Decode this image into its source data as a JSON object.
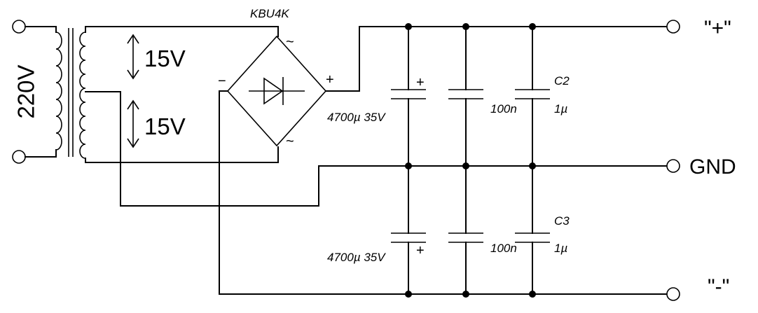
{
  "diagram": {
    "primary_voltage": "220V",
    "secondary_upper": "15V",
    "secondary_lower": "15V",
    "bridge": {
      "part": "KBU4K",
      "plus": "+",
      "minus": "−",
      "ac_top": "~",
      "ac_bottom": "~"
    },
    "caps": {
      "electrolytic_top": "4700µ 35V",
      "electrolytic_top_polarity": "+",
      "electrolytic_bottom": "4700µ 35V",
      "electrolytic_bottom_polarity": "+",
      "ceramic_top": "100n",
      "ceramic_bottom": "100n",
      "c2_ref": "C2",
      "c2_value": "1µ",
      "c3_ref": "C3",
      "c3_value": "1µ"
    },
    "outputs": {
      "plus": "\"+\"",
      "gnd": "GND",
      "minus": "\"-\""
    }
  }
}
